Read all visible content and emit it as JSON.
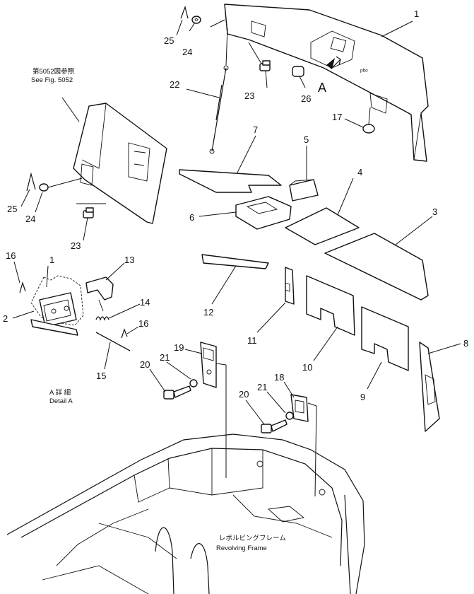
{
  "callouts": [
    {
      "id": "1",
      "label": "1"
    },
    {
      "id": "1b",
      "label": "1"
    },
    {
      "id": "2",
      "label": "2"
    },
    {
      "id": "3",
      "label": "3"
    },
    {
      "id": "4",
      "label": "4"
    },
    {
      "id": "5",
      "label": "5"
    },
    {
      "id": "6",
      "label": "6"
    },
    {
      "id": "7",
      "label": "7"
    },
    {
      "id": "8",
      "label": "8"
    },
    {
      "id": "9",
      "label": "9"
    },
    {
      "id": "10",
      "label": "10"
    },
    {
      "id": "11",
      "label": "11"
    },
    {
      "id": "12",
      "label": "12"
    },
    {
      "id": "13",
      "label": "13"
    },
    {
      "id": "14",
      "label": "14"
    },
    {
      "id": "15",
      "label": "15"
    },
    {
      "id": "16a",
      "label": "16"
    },
    {
      "id": "16b",
      "label": "16"
    },
    {
      "id": "17",
      "label": "17"
    },
    {
      "id": "18",
      "label": "18"
    },
    {
      "id": "19",
      "label": "19"
    },
    {
      "id": "20a",
      "label": "20"
    },
    {
      "id": "20b",
      "label": "20"
    },
    {
      "id": "21a",
      "label": "21"
    },
    {
      "id": "21b",
      "label": "21"
    },
    {
      "id": "22",
      "label": "22"
    },
    {
      "id": "23a",
      "label": "23"
    },
    {
      "id": "23b",
      "label": "23"
    },
    {
      "id": "24a",
      "label": "24"
    },
    {
      "id": "24b",
      "label": "24"
    },
    {
      "id": "25a",
      "label": "25"
    },
    {
      "id": "25b",
      "label": "25"
    },
    {
      "id": "26",
      "label": "26"
    }
  ],
  "view_marker": "A",
  "see_figure": {
    "jp": "第5052図参照",
    "en": "See Fig. 5052"
  },
  "detail": {
    "jp": "A 詳 細",
    "en": "Detail A"
  },
  "frame": {
    "jp": "レボルビングフレーム",
    "en": "Revolving Frame"
  }
}
